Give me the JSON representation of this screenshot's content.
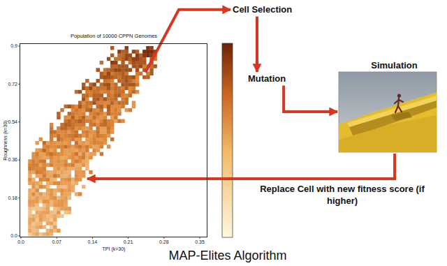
{
  "diagram": {
    "caption": "MAP-Elites Algorithm",
    "nodes": [
      {
        "text": [
          "Population of 10000 CPPN Genomes",
          "Roughness (k=30)",
          "TPI (k=30)"
        ]
      },
      {
        "text": [
          "Cell Selection"
        ]
      },
      {
        "text": [
          "Mutation"
        ]
      },
      {
        "text": [
          "Simulation"
        ]
      }
    ],
    "edges": [
      {
        "from": 0,
        "to": 1,
        "arrow": "to"
      },
      {
        "from": 1,
        "to": 2,
        "arrow": "to"
      },
      {
        "from": 2,
        "to": 3,
        "arrow": "to"
      },
      {
        "from": 3,
        "to": 0,
        "label": "Replace Cell with new fitness score (if higher)",
        "arrow": "to"
      }
    ],
    "labels": [
      "0.9",
      "0.72",
      "0.54",
      "0.36",
      "0.18",
      "0.0",
      "0.0",
      "0.07",
      "0.14",
      "0.21",
      "0.28",
      "0.35"
    ]
  }
}
